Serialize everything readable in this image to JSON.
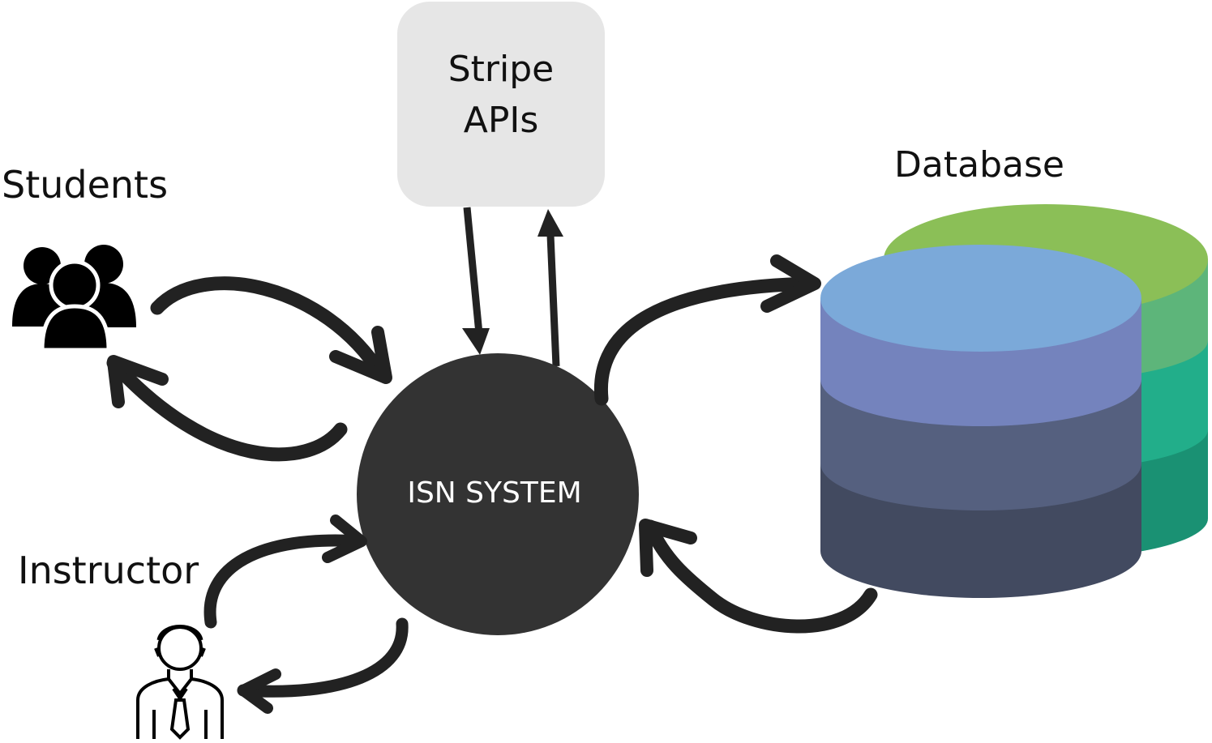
{
  "nodes": {
    "stripe": {
      "line1": "Stripe",
      "line2": "APIs"
    },
    "database": {
      "label": "Database"
    },
    "students": {
      "label": "Students"
    },
    "instructor": {
      "label": "Instructor"
    },
    "system": {
      "label": "ISN SYSTEM"
    }
  },
  "icons": {
    "students": "users-group-icon",
    "instructor": "businessman-icon",
    "database": "layered-cylinders-icon"
  },
  "colors": {
    "arrow": "#222222",
    "system_circle": "#333333",
    "stripe_box": "#e6e6e6",
    "db_green_top": "#8bbf57",
    "db_green_1": "#5db57a",
    "db_green_2": "#22ae8a",
    "db_green_3": "#1a9173",
    "db_blue_top": "#7ba9d9",
    "db_blue_1": "#7483bd",
    "db_blue_2": "#55607f",
    "db_blue_3": "#424a60"
  }
}
